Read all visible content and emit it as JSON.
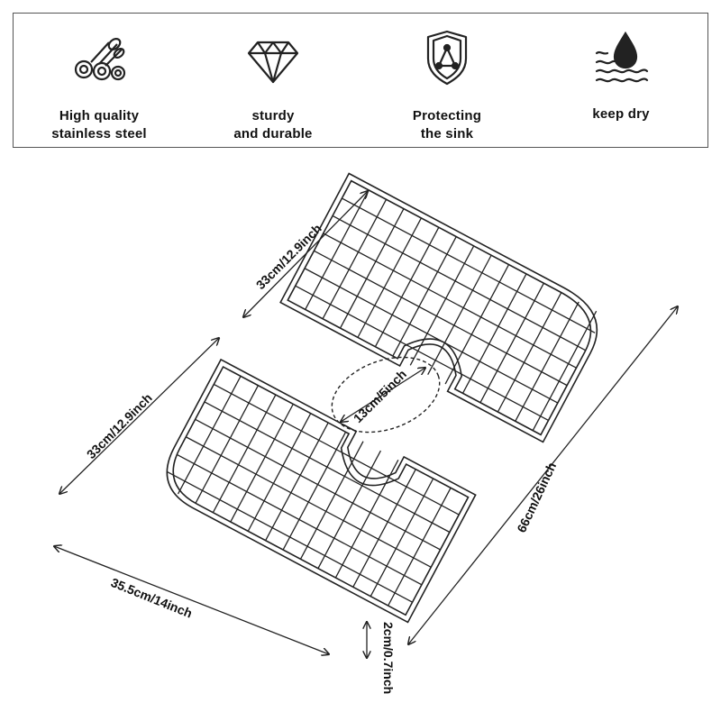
{
  "features": [
    {
      "icon": "stainless-steel-icon",
      "line1": "High quality",
      "line2": "stainless steel"
    },
    {
      "icon": "diamond-icon",
      "line1": "sturdy",
      "line2": "and durable"
    },
    {
      "icon": "shield-icon",
      "line1": "Protecting",
      "line2": "the sink"
    },
    {
      "icon": "water-drop-icon",
      "line1": "keep dry",
      "line2": ""
    }
  ],
  "dimensions": {
    "upper_width": "33cm/12.9inch",
    "lower_width": "33cm/12.9inch",
    "total_length": "66cm/26inch",
    "lower_length": "35.5cm/14inch",
    "height": "2cm/0.7inch",
    "drain_hole": "13cm/5inch"
  },
  "colors": {
    "line": "#222222",
    "border": "#555555"
  }
}
